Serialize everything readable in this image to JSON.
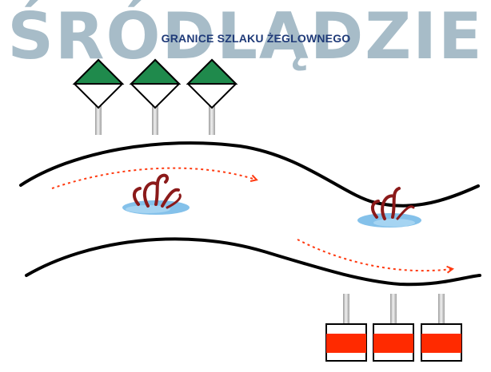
{
  "title": "ŚRÓDLĄDZIE",
  "subtitle": "GRANICE SZLAKU ŻEGLOWNEGO",
  "colors": {
    "background": "#ffffff",
    "title": "#a7bcc8",
    "subtitle": "#1f3a78",
    "green_sign": "#1f8a4c",
    "red_sign": "#ff2a00",
    "flow_arrow": "#ff3a10",
    "shore_line": "#000000",
    "water": "#6fb6e6",
    "weed": "#8b1a1a"
  },
  "signs": {
    "top_count": 3,
    "top_icon": "diamond-green-white-sign-icon",
    "bottom_count": 3,
    "bottom_icon": "square-red-white-sign-icon"
  },
  "obstacle_icon": "water-weed-icon",
  "flow_icon": "dotted-arrow-icon"
}
